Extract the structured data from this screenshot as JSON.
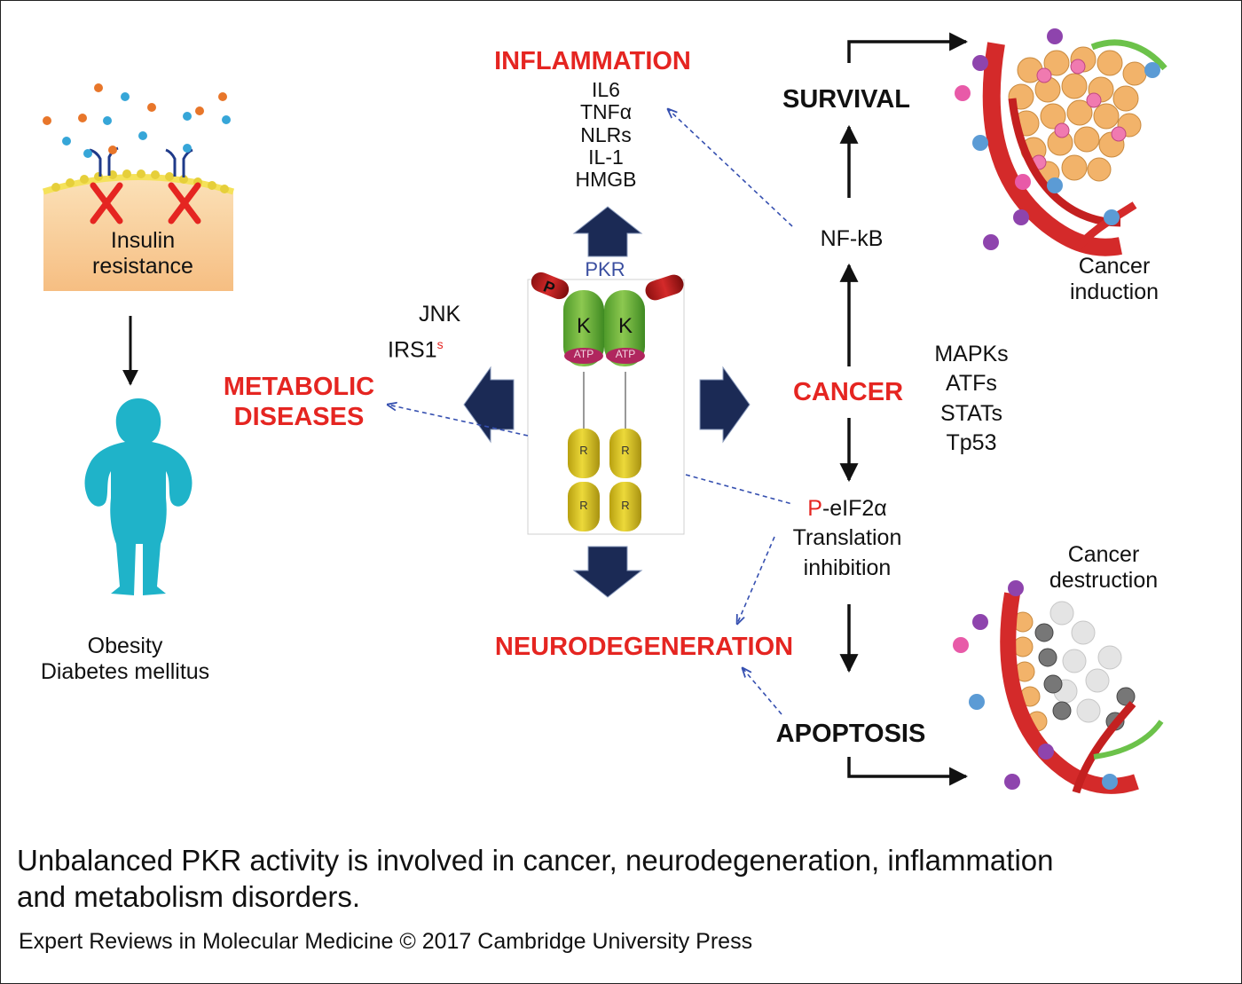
{
  "diagram": {
    "center": {
      "protein": "PKR",
      "kinase_label": "K",
      "atp_label": "ATP",
      "phospho_label": "P",
      "rbd_label": "R"
    },
    "inflammation": {
      "heading": "INFLAMMATION",
      "mediators": [
        "IL6",
        "TNFα",
        "NLRs",
        "IL-1",
        "HMGB"
      ]
    },
    "metabolic": {
      "heading_line1": "METABOLIC",
      "heading_line2": "DISEASES",
      "mediator_jnk": "JNK",
      "mediator_irs1": "IRS1",
      "irs1_superscript": "s",
      "insulin_line1": "Insulin",
      "insulin_line2": "resistance",
      "obesity_line1": "Obesity",
      "obesity_line2": "Diabetes mellitus"
    },
    "neuro": {
      "heading": "NEURODEGENERATION"
    },
    "cancer": {
      "heading": "CANCER",
      "nfkb": "NF-kB",
      "survival": "SURVIVAL",
      "apoptosis": "APOPTOSIS",
      "pathways": [
        "MAPKs",
        "ATFs",
        "STATs",
        "Tp53"
      ],
      "peif_p": "P",
      "peif_rest": "-eIF2α",
      "translation_line1": "Translation",
      "translation_line2": "inhibition",
      "induction_line1": "Cancer",
      "induction_line2": "induction",
      "destruction_line1": "Cancer",
      "destruction_line2": "destruction"
    }
  },
  "caption": {
    "line1": "Unbalanced PKR activity is involved in cancer, neurodegeneration, inflammation",
    "line2": "and metabolism disorders.",
    "source": "Expert Reviews in Molecular Medicine © 2017 Cambridge University Press"
  },
  "colors": {
    "red_heading": "#e52521",
    "navy_arrow": "#1b2a55",
    "pkr_blue": "#3a4ea0",
    "kinase_green": "#6db13a",
    "atp_magenta": "#b0265e",
    "rbd_yellow": "#d8c21c",
    "vessel_red": "#d42a2a",
    "silhouette_cyan": "#1fb3c9",
    "skin": "#f7c68f",
    "dashed_blue": "#3650b0"
  }
}
